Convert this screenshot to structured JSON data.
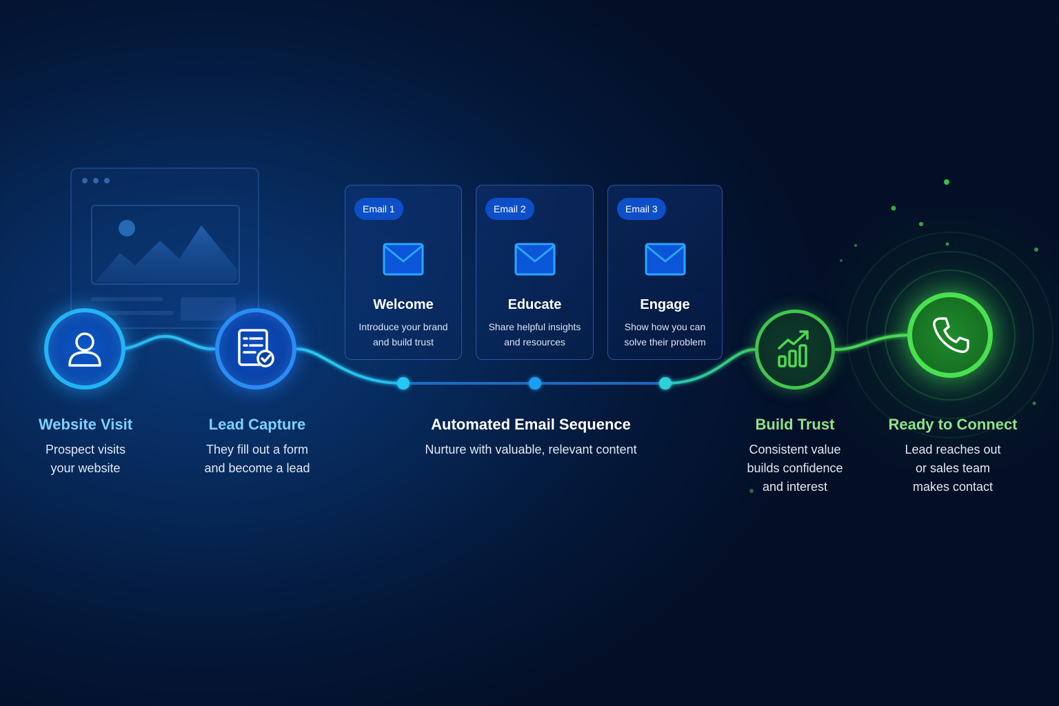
{
  "steps": [
    {
      "title": "Website Visit",
      "desc": [
        "Prospect visits",
        "your website"
      ],
      "color": "#7ad3ff"
    },
    {
      "title": "Lead Capture",
      "desc": [
        "They fill out a form",
        "and become a lead"
      ],
      "color": "#7ad3ff"
    },
    {
      "title": "Automated Email Sequence",
      "desc": [
        "Nurture with valuable, relevant content"
      ],
      "color": "#ffffff"
    },
    {
      "title": "Build Trust",
      "desc": [
        "Consistent value",
        "builds confidence",
        "and interest"
      ],
      "color": "#8fe48a"
    },
    {
      "title": "Ready to Connect",
      "desc": [
        "Lead reaches out",
        "or sales team",
        "makes contact"
      ],
      "color": "#8fe48a"
    }
  ],
  "emails": [
    {
      "badge": "Email 1",
      "title": "Welcome",
      "desc": [
        "Introduce your brand",
        "and build trust"
      ]
    },
    {
      "badge": "Email 2",
      "title": "Educate",
      "desc": [
        "Share helpful insights",
        "and resources"
      ]
    },
    {
      "badge": "Email 3",
      "title": "Engage",
      "desc": [
        "Show how you can",
        "solve their problem"
      ]
    }
  ],
  "icons": {
    "visit": "user-icon",
    "capture": "form-check-icon",
    "email": "envelope-icon",
    "trust": "growth-chart-icon",
    "connect": "phone-icon",
    "background": "browser-window-icon"
  },
  "colors": {
    "blue": "#23b4f5",
    "green": "#4ae04f",
    "card_pill": "#0d4fc8"
  }
}
